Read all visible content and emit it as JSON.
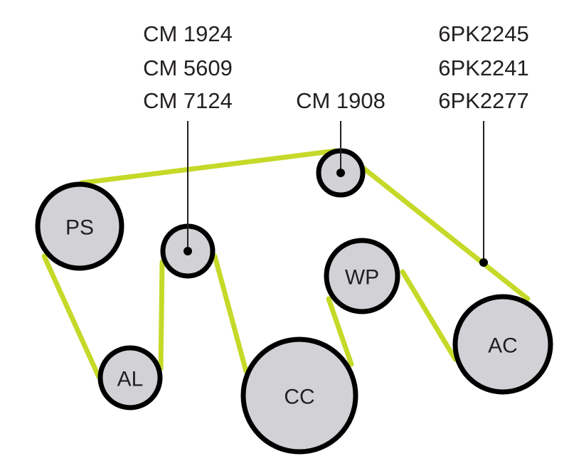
{
  "callouts": {
    "tensioner": [
      "CM 1924",
      "CM 5609",
      "CM 7124"
    ],
    "idler": [
      "CM 1908"
    ],
    "belt": [
      "6PK2245",
      "6PK2241",
      "6PK2277"
    ]
  },
  "pulleys": {
    "ps": "PS",
    "al": "AL",
    "cc": "CC",
    "wp": "WP",
    "ac": "AC"
  },
  "colors": {
    "belt": "#c5d928",
    "pulley_fill": "#d2d2d6",
    "outline": "#000000"
  }
}
